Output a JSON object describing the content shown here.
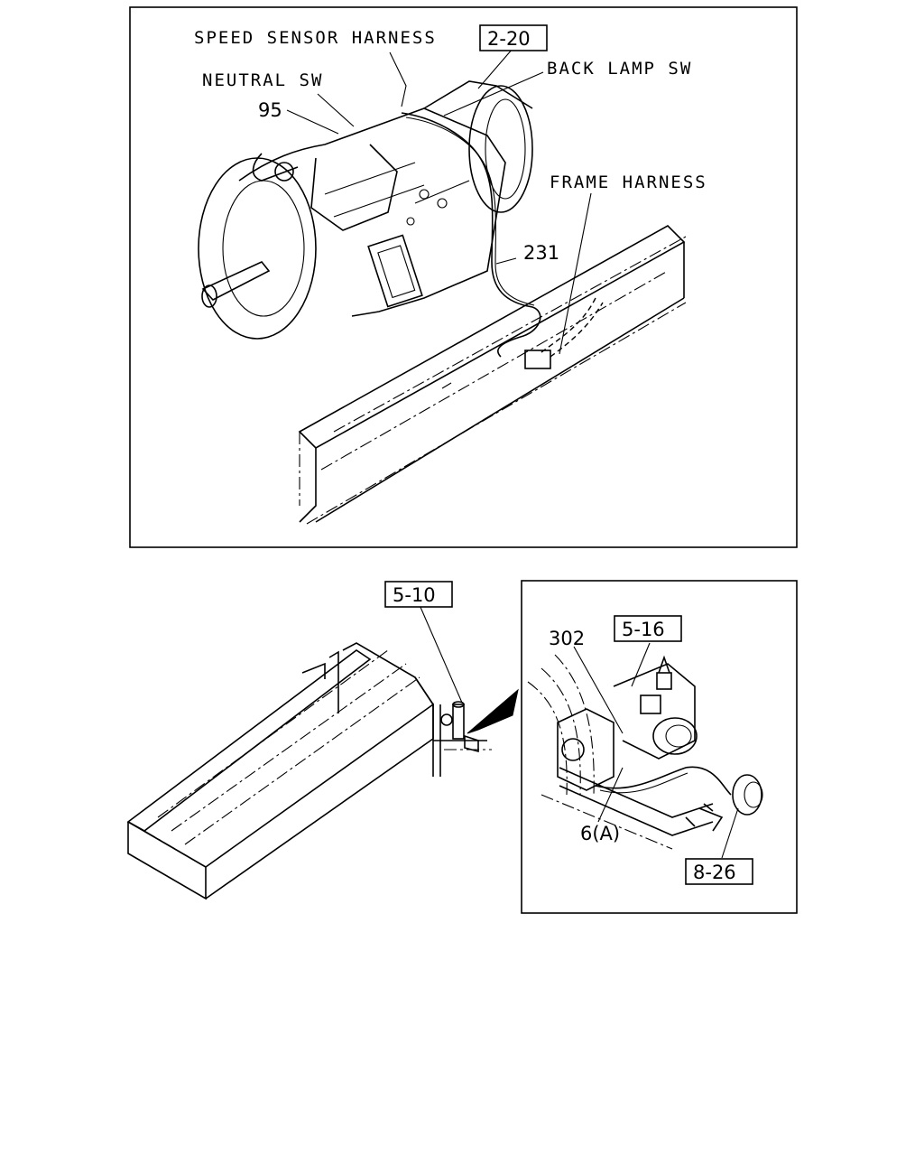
{
  "top_panel": {
    "labels": {
      "speed_sensor_harness": "SPEED SENSOR HARNESS",
      "neutral_sw": "NEUTRAL SW",
      "back_lamp_sw": "BACK LAMP SW",
      "frame_harness": "FRAME HARNESS"
    },
    "part_numbers": {
      "p95": "95",
      "p231": "231"
    },
    "refs": {
      "r2_20": "2-20"
    }
  },
  "bottom_left": {
    "refs": {
      "r5_10": "5-10"
    }
  },
  "bottom_right": {
    "part_numbers": {
      "p302": "302",
      "p6a": "6(A)"
    },
    "refs": {
      "r5_16": "5-16",
      "r8_26": "8-26"
    }
  }
}
